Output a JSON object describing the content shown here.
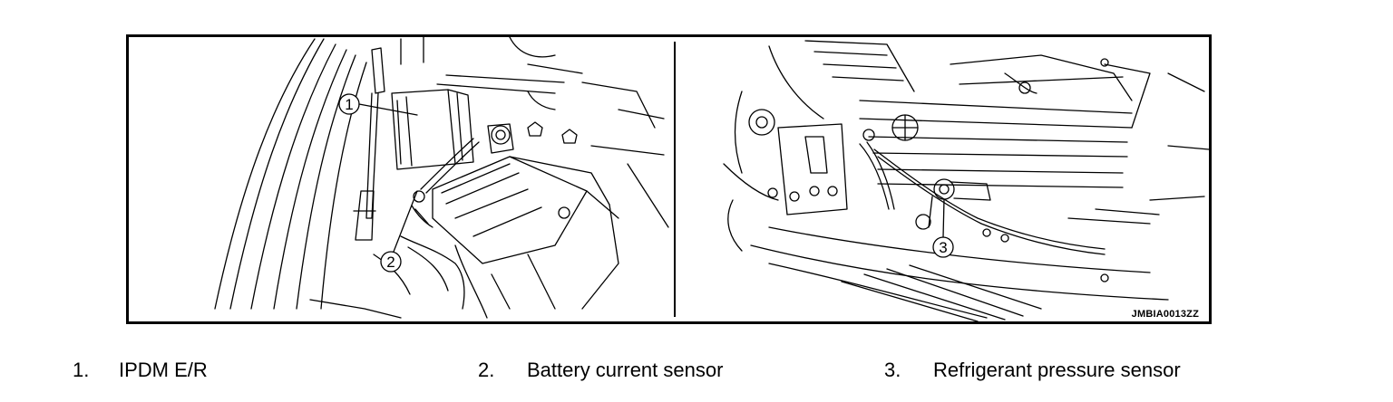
{
  "figure": {
    "code": "JMBIA0013ZZ",
    "callouts": [
      "1",
      "2",
      "3"
    ]
  },
  "legend": [
    {
      "num": "1.",
      "label": "IPDM E/R"
    },
    {
      "num": "2.",
      "label": "Battery current sensor"
    },
    {
      "num": "3.",
      "label": "Refrigerant pressure sensor"
    }
  ]
}
